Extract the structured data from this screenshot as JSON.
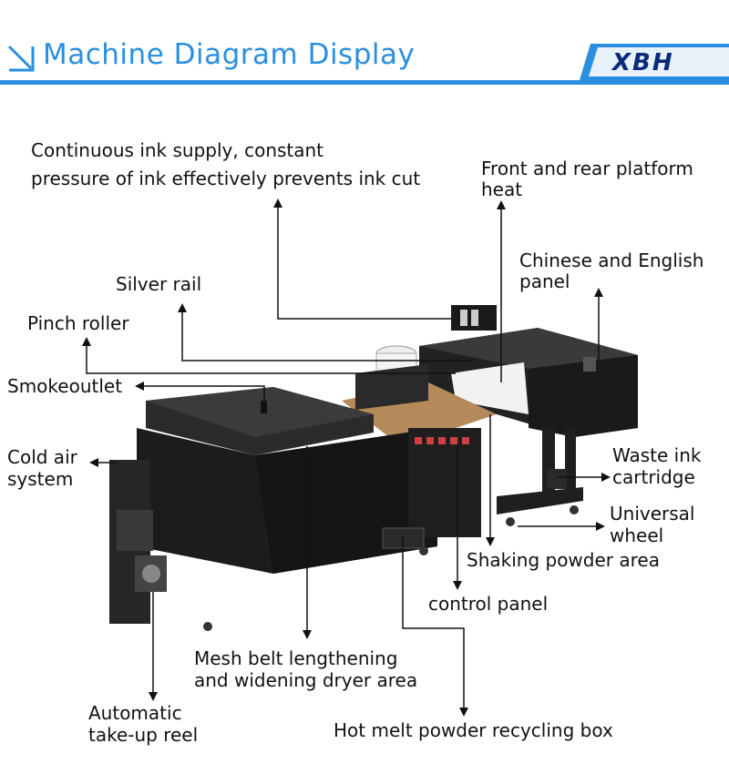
{
  "header": {
    "title": "Machine Diagram Display",
    "brand": "XBH",
    "accent_color": "#2a8fe0",
    "brand_color": "#0b2a7a"
  },
  "labels": {
    "ink_supply_line1": "Continuous ink supply, constant",
    "ink_supply_line2": "pressure of ink effectively prevents ink cut",
    "platform_heat_line1": "Front and rear platform",
    "platform_heat_line2": "heat",
    "panel_line1": "Chinese and English",
    "panel_line2": "panel",
    "silver_rail": "Silver rail",
    "pinch_roller": "Pinch roller",
    "smoke_outlet": "Smokeoutlet",
    "cold_air_line1": "Cold air",
    "cold_air_line2": "system",
    "waste_ink_line1": "Waste ink",
    "waste_ink_line2": "cartridge",
    "universal_wheel_line1": "Universal",
    "universal_wheel_line2": "wheel",
    "shaking_powder": "Shaking powder area",
    "control_panel": "control panel",
    "mesh_belt_line1": "Mesh belt lengthening",
    "mesh_belt_line2": "and widening dryer area",
    "take_up_line1": "Automatic",
    "take_up_line2": "take-up reel",
    "recycling_box": "Hot melt powder recycling box"
  }
}
